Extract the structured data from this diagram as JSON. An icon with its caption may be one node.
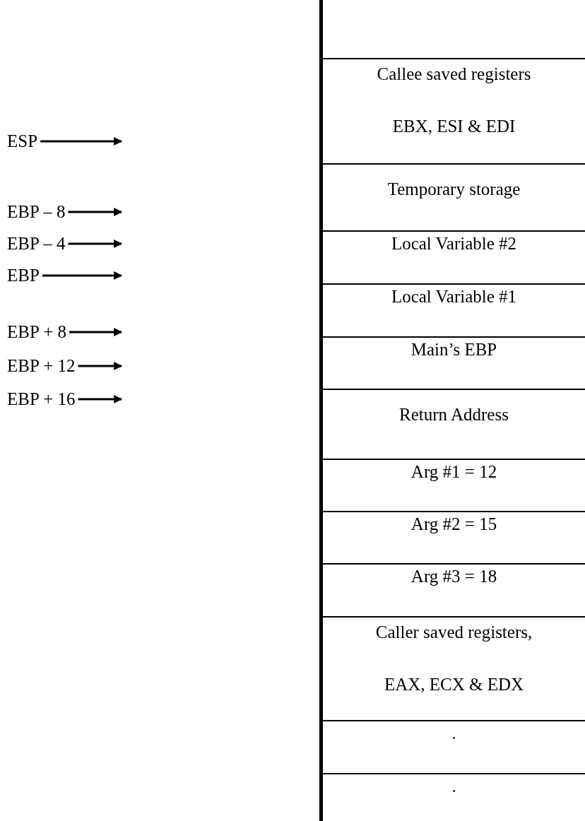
{
  "diagram": {
    "nodes": [
      {
        "text": [
          "Callee saved registers",
          "EBX, ESI & EDI"
        ]
      },
      {
        "text": [
          "Temporary storage"
        ]
      },
      {
        "text": [
          "Local Variable #2"
        ]
      },
      {
        "text": [
          "Local Variable #1"
        ]
      },
      {
        "text": [
          "Main’s EBP"
        ]
      },
      {
        "text": [
          "Return Address"
        ]
      },
      {
        "text": [
          "Arg #1 = 12"
        ]
      },
      {
        "text": [
          "Arg #2 = 15"
        ]
      },
      {
        "text": [
          "Arg #3 = 18"
        ]
      },
      {
        "text": [
          "Caller saved registers,",
          "EAX, ECX & EDX"
        ]
      },
      {
        "text": [
          "."
        ]
      },
      {
        "text": [
          "."
        ]
      },
      {
        "text": [
          "ESP"
        ]
      },
      {
        "text": [
          "EBP – 8"
        ]
      },
      {
        "text": [
          "EBP – 4"
        ]
      },
      {
        "text": [
          "EBP"
        ]
      },
      {
        "text": [
          "EBP + 8"
        ]
      },
      {
        "text": [
          "EBP + 12"
        ]
      },
      {
        "text": [
          "EBP + 16"
        ]
      }
    ],
    "edges": [
      {
        "from": 12,
        "to": null,
        "arrow": "to"
      },
      {
        "from": 13,
        "to": null,
        "arrow": "to"
      },
      {
        "from": 14,
        "to": null,
        "arrow": "to"
      },
      {
        "from": 15,
        "to": null,
        "arrow": "to"
      },
      {
        "from": 16,
        "to": null,
        "arrow": "to"
      },
      {
        "from": 17,
        "to": null,
        "arrow": "to"
      },
      {
        "from": 18,
        "to": null,
        "arrow": "to"
      }
    ]
  }
}
